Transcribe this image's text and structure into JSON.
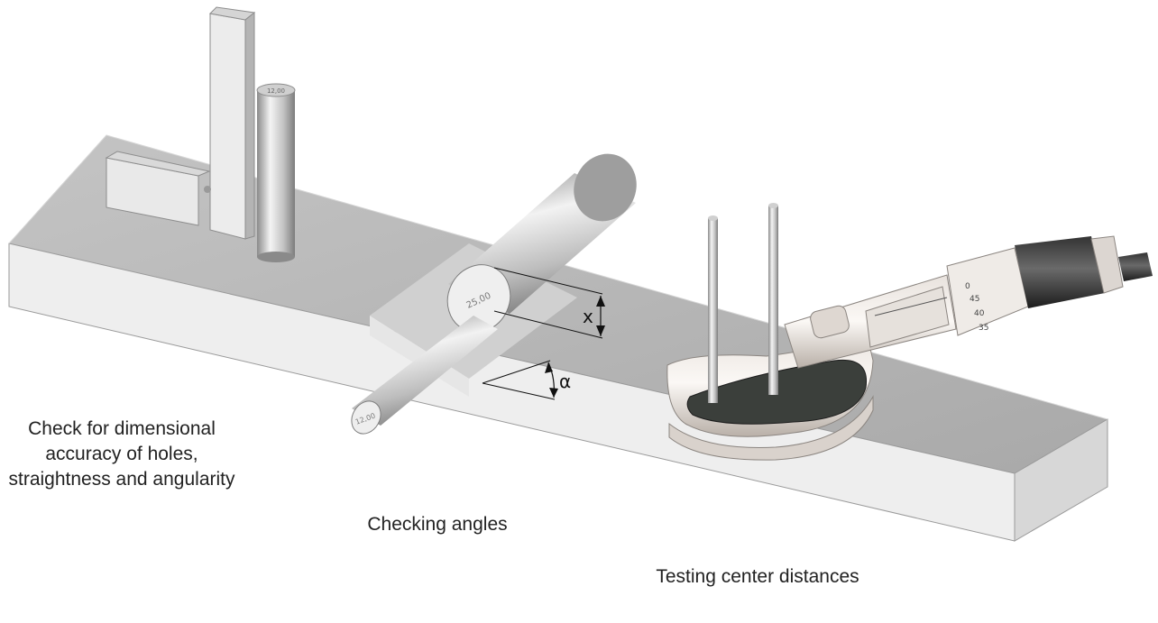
{
  "captions": {
    "holes": "Check for dimensional accuracy of holes, straightness and angularity",
    "angles": "Checking angles",
    "centers": "Testing center distances"
  },
  "labels": {
    "large_gauge": "25,00",
    "small_gauge": "12,00",
    "vertical_gauge": "12,00",
    "dimension_x": "x",
    "angle_alpha": "α"
  },
  "micrometer_scale": [
    "0",
    "45",
    "40",
    "35"
  ],
  "colors": {
    "plate_top": "#b9b9b9",
    "plate_front": "#eeeeee",
    "caption_text": "#222222",
    "measure_line": "#111111"
  }
}
